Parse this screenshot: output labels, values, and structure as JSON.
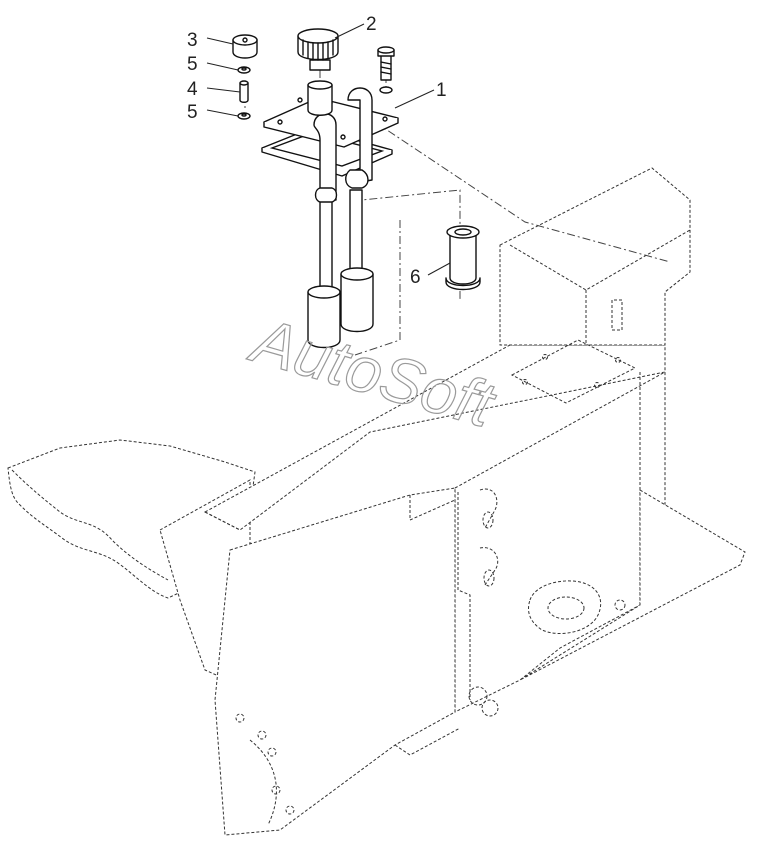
{
  "diagram": {
    "callouts": [
      {
        "number": "1",
        "part": "mounting-plate-assembly"
      },
      {
        "number": "2",
        "part": "knob"
      },
      {
        "number": "3",
        "part": "cap"
      },
      {
        "number": "5",
        "part": "washer"
      },
      {
        "number": "4",
        "part": "pin"
      },
      {
        "number": "5",
        "part": "washer"
      },
      {
        "number": "6",
        "part": "bushing"
      }
    ],
    "watermark": "AutoSoft"
  }
}
